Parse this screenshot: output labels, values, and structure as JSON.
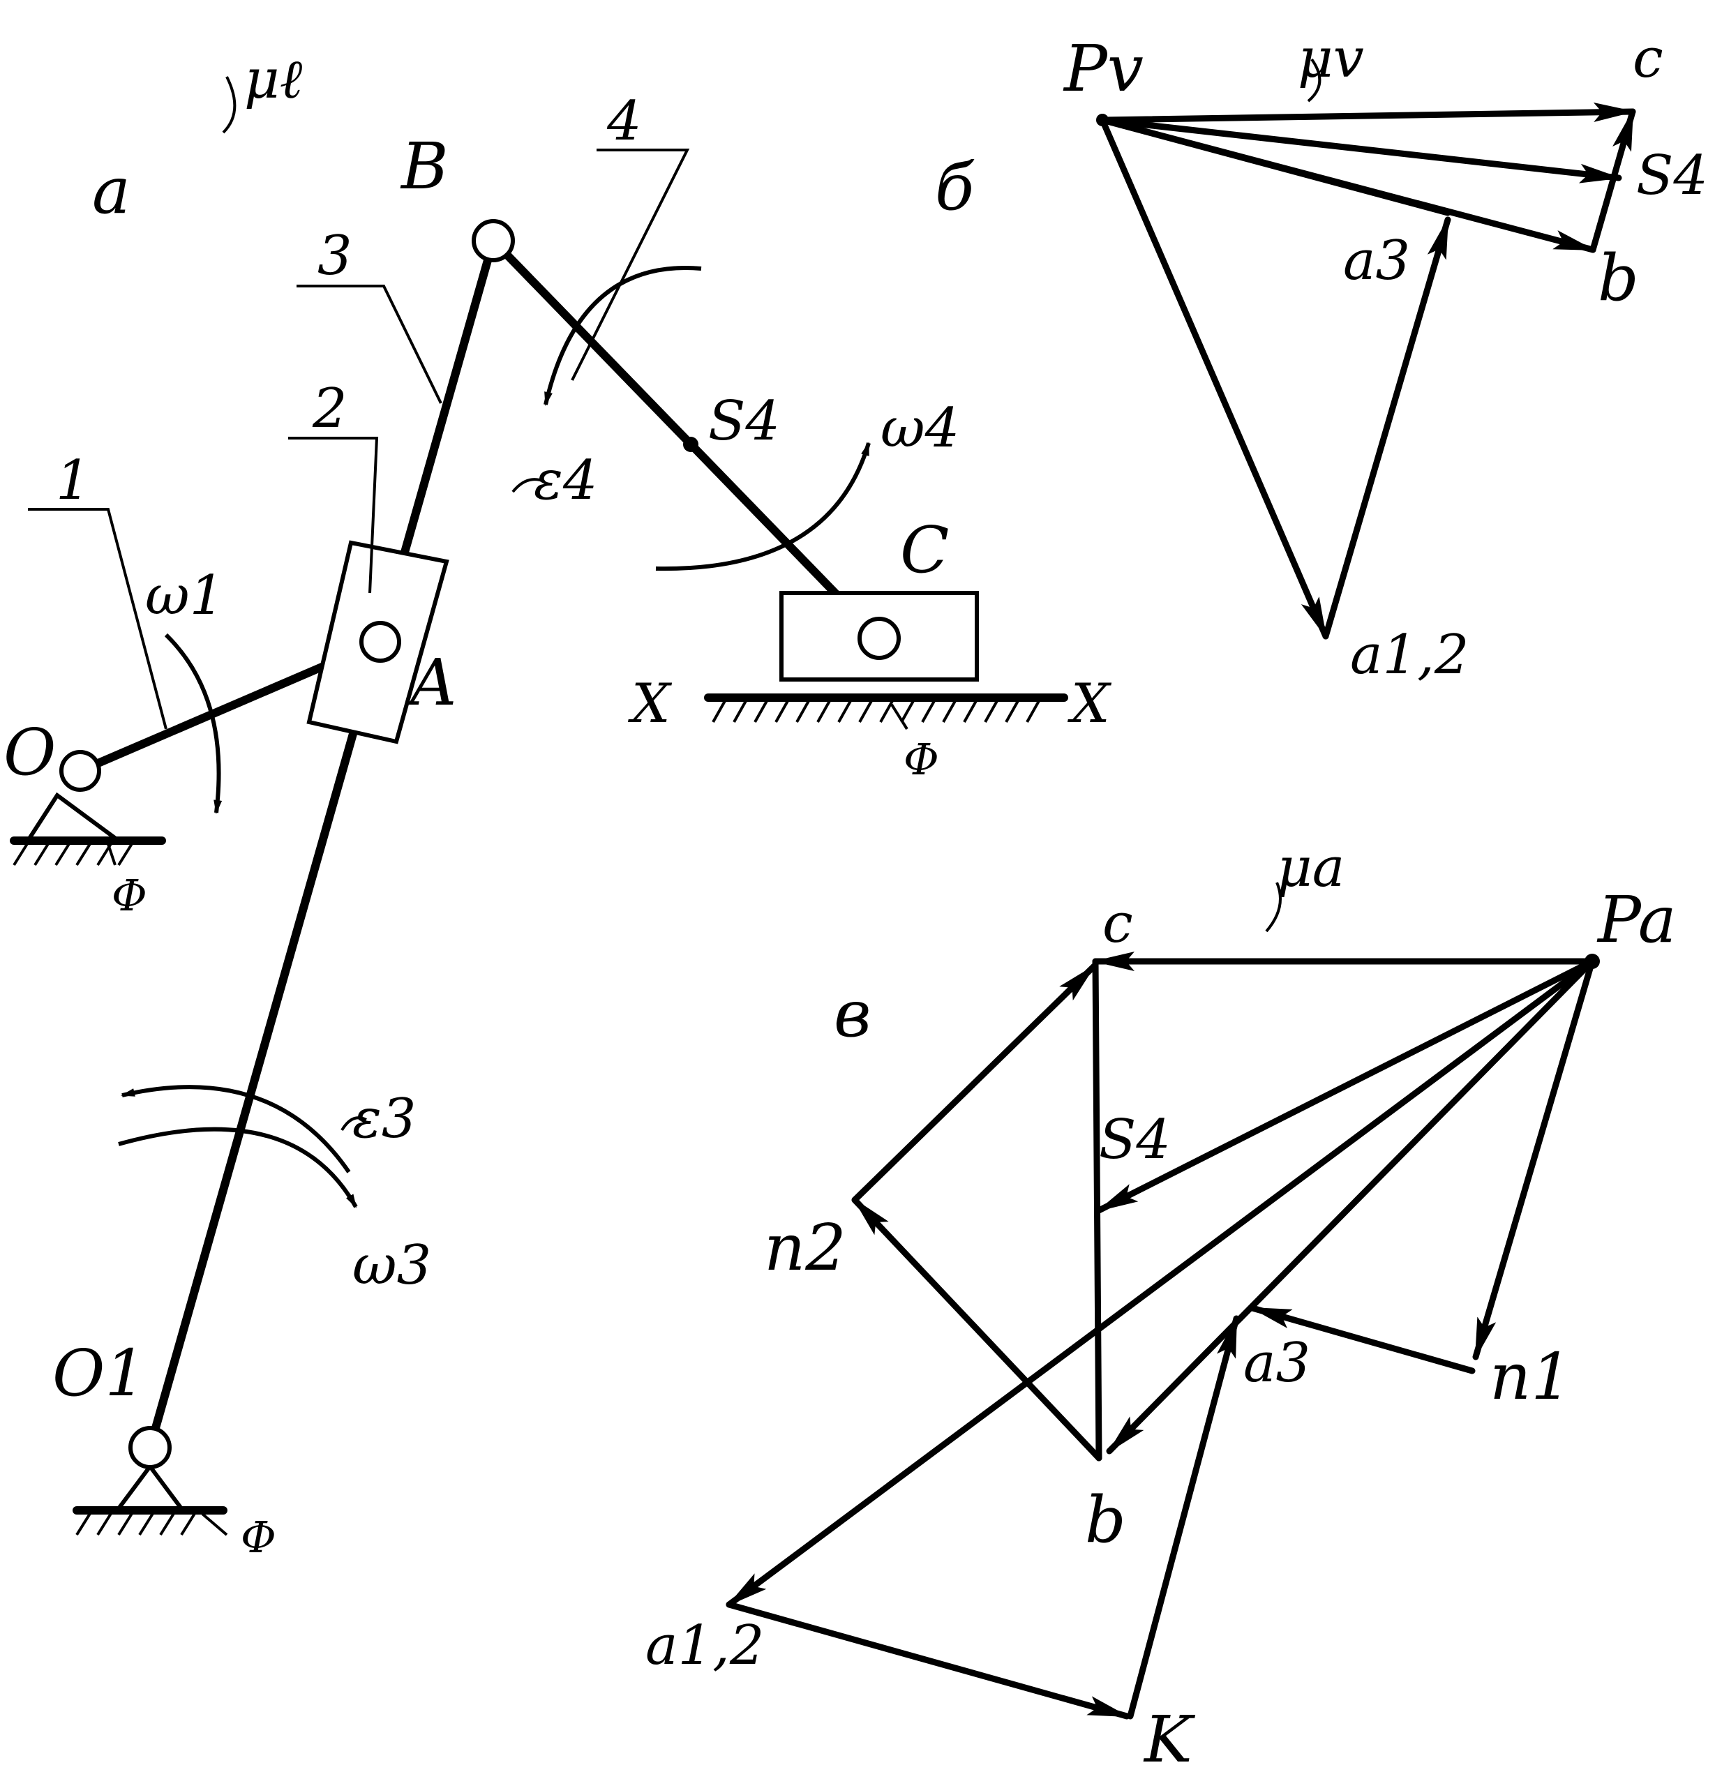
{
  "colors": {
    "ink": "#000000",
    "paper": "#ffffff"
  },
  "mechanism": {
    "panel_label": "a",
    "scale_label": "μℓ",
    "points": {
      "O": "O",
      "A": "A",
      "B": "B",
      "C": "C",
      "O1": "O1",
      "S4": "S4"
    },
    "links": {
      "1": "1",
      "2": "2",
      "3": "3",
      "4": "4"
    },
    "kinematics": {
      "omega1": "ω1",
      "omega3": "ω3",
      "omega4": "ω4",
      "eps3": "ε3",
      "eps4": "ε4"
    },
    "guide": {
      "x_left": "X",
      "x_right": "X",
      "fix1": "Φ",
      "fix2": "Φ",
      "fix3": "Φ"
    }
  },
  "velocity_plan": {
    "panel_label": "б",
    "scale_label": "μv",
    "labels": {
      "pole": "Pv",
      "c": "c",
      "s4": "S4",
      "b": "b",
      "a3": "a3",
      "a12": "a1,2"
    }
  },
  "acceleration_plan": {
    "panel_label": "в",
    "scale_label": "μa",
    "labels": {
      "pole": "Pa",
      "c": "c",
      "s4": "S4",
      "n2": "n2",
      "n1": "n1",
      "a3": "a3",
      "b": "b",
      "a12": "a1,2",
      "k": "K"
    }
  }
}
